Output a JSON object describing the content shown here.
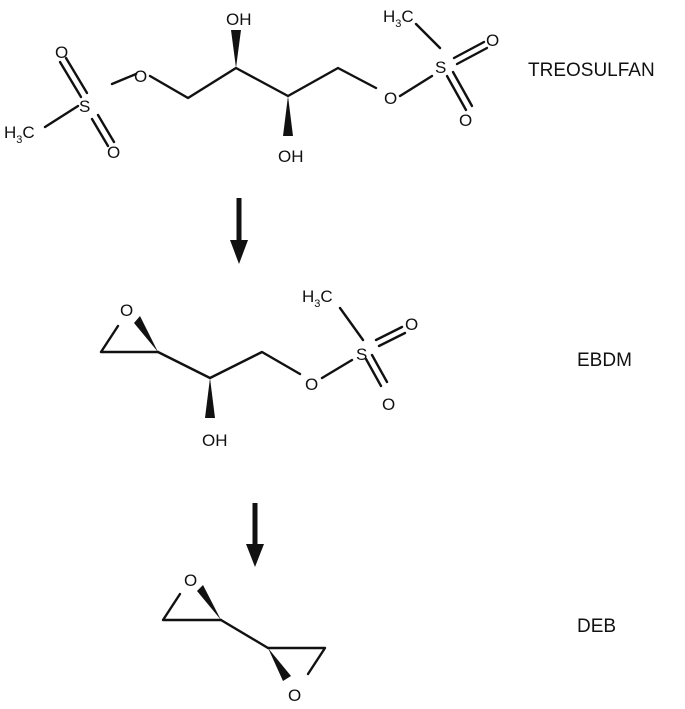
{
  "compounds": [
    {
      "name": "TREOSULFAN",
      "atoms": {
        "o_top_left": "O",
        "s_left": "S",
        "o_bottom_left": "O",
        "o_ester_left": "O",
        "h3c_left_main": "H",
        "h3c_left_sub": "3",
        "h3c_left_c": "C",
        "oh_top": "OH",
        "oh_bottom": "OH",
        "o_ester_right": "O",
        "s_right": "S",
        "o_top_right": "O",
        "o_bottom_right": "O",
        "h3c_right_main": "H",
        "h3c_right_sub": "3",
        "h3c_right_c": "C"
      }
    },
    {
      "name": "EBDM",
      "atoms": {
        "o_epoxide": "O",
        "oh": "OH",
        "o_ester": "O",
        "s": "S",
        "o_top": "O",
        "o_bottom": "O",
        "h3c_main": "H",
        "h3c_sub": "3",
        "h3c_c": "C"
      }
    },
    {
      "name": "DEB",
      "atoms": {
        "o_epoxide_top": "O",
        "o_epoxide_bottom": "O"
      }
    }
  ],
  "arrows": [
    {
      "from": "TREOSULFAN",
      "to": "EBDM"
    },
    {
      "from": "EBDM",
      "to": "DEB"
    }
  ]
}
